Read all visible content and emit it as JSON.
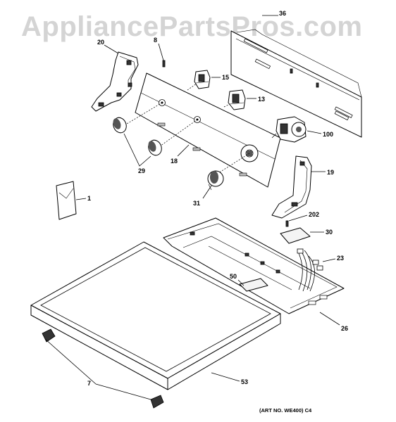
{
  "watermark": "AppliancePartsPros.com",
  "caption": "(ART NO. WE400) C4",
  "callouts": {
    "c36": "36",
    "c8": "8",
    "c20": "20",
    "c15": "15",
    "c13": "13",
    "c100": "100",
    "c18": "18",
    "c29": "29",
    "c19": "19",
    "c31": "31",
    "c1": "1",
    "c202": "202",
    "c30": "30",
    "c23": "23",
    "c50": "50",
    "c26": "26",
    "c7": "7",
    "c53": "53"
  }
}
